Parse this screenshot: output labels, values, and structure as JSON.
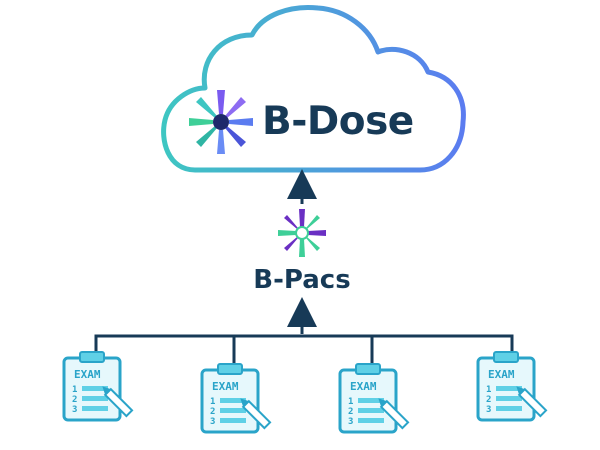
{
  "cloud": {
    "title": "B-Dose"
  },
  "middle": {
    "label": "B-Pacs"
  },
  "exams": [
    {
      "title": "EXAM",
      "lines": [
        "1",
        "2",
        "3"
      ]
    },
    {
      "title": "EXAM",
      "lines": [
        "1",
        "2",
        "3"
      ]
    },
    {
      "title": "EXAM",
      "lines": [
        "1",
        "2",
        "3"
      ]
    },
    {
      "title": "EXAM",
      "lines": [
        "1",
        "2",
        "3"
      ]
    }
  ],
  "colors": {
    "navy": "#173a57",
    "cloud_teal": "#3ec6c2",
    "cloud_blue": "#5b7cf0",
    "clipboard": "#2aa4c9",
    "clipboard_light": "#5fd0e6",
    "purple": "#6a2fc3",
    "green": "#3ecf98"
  },
  "icons": {
    "cloud_logo": "starburst-logo-icon",
    "pacs_logo": "starburst-small-icon",
    "arrow": "arrow-up-icon",
    "exam": "clipboard-exam-icon",
    "pencil": "pencil-icon"
  }
}
